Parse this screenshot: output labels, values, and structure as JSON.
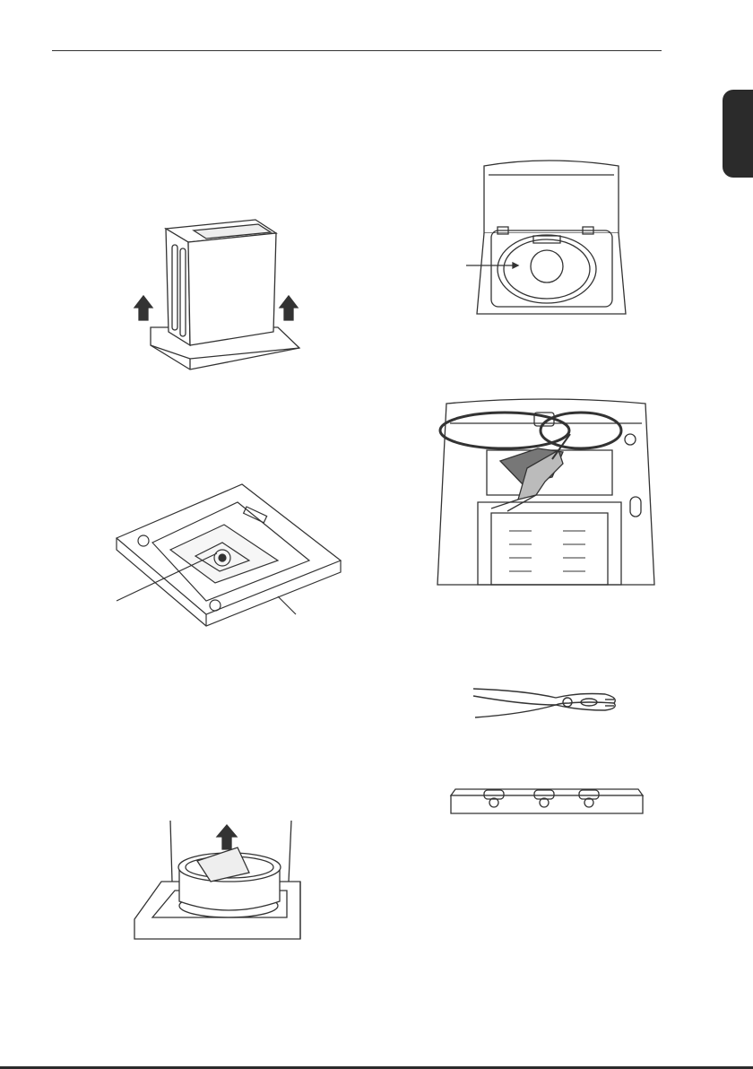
{
  "page": {
    "background_color": "#ffffff",
    "line_color": "#333333",
    "tab_color": "#2b2b2b"
  },
  "figures": [
    {
      "id": "washer-lift-off-base",
      "icon": "lift-arrows-icon"
    },
    {
      "id": "packing-base",
      "icon": "callout-lines-icon"
    },
    {
      "id": "tub-packing-removal",
      "icon": "lift-arrow-icon"
    },
    {
      "id": "open-lid-drum",
      "icon": "callout-line-icon"
    },
    {
      "id": "rear-bracket-removal",
      "icon": "gloved-hand-icon"
    },
    {
      "id": "pliers",
      "icon": "pliers-icon"
    },
    {
      "id": "shipping-bracket",
      "icon": "bracket-icon"
    }
  ]
}
